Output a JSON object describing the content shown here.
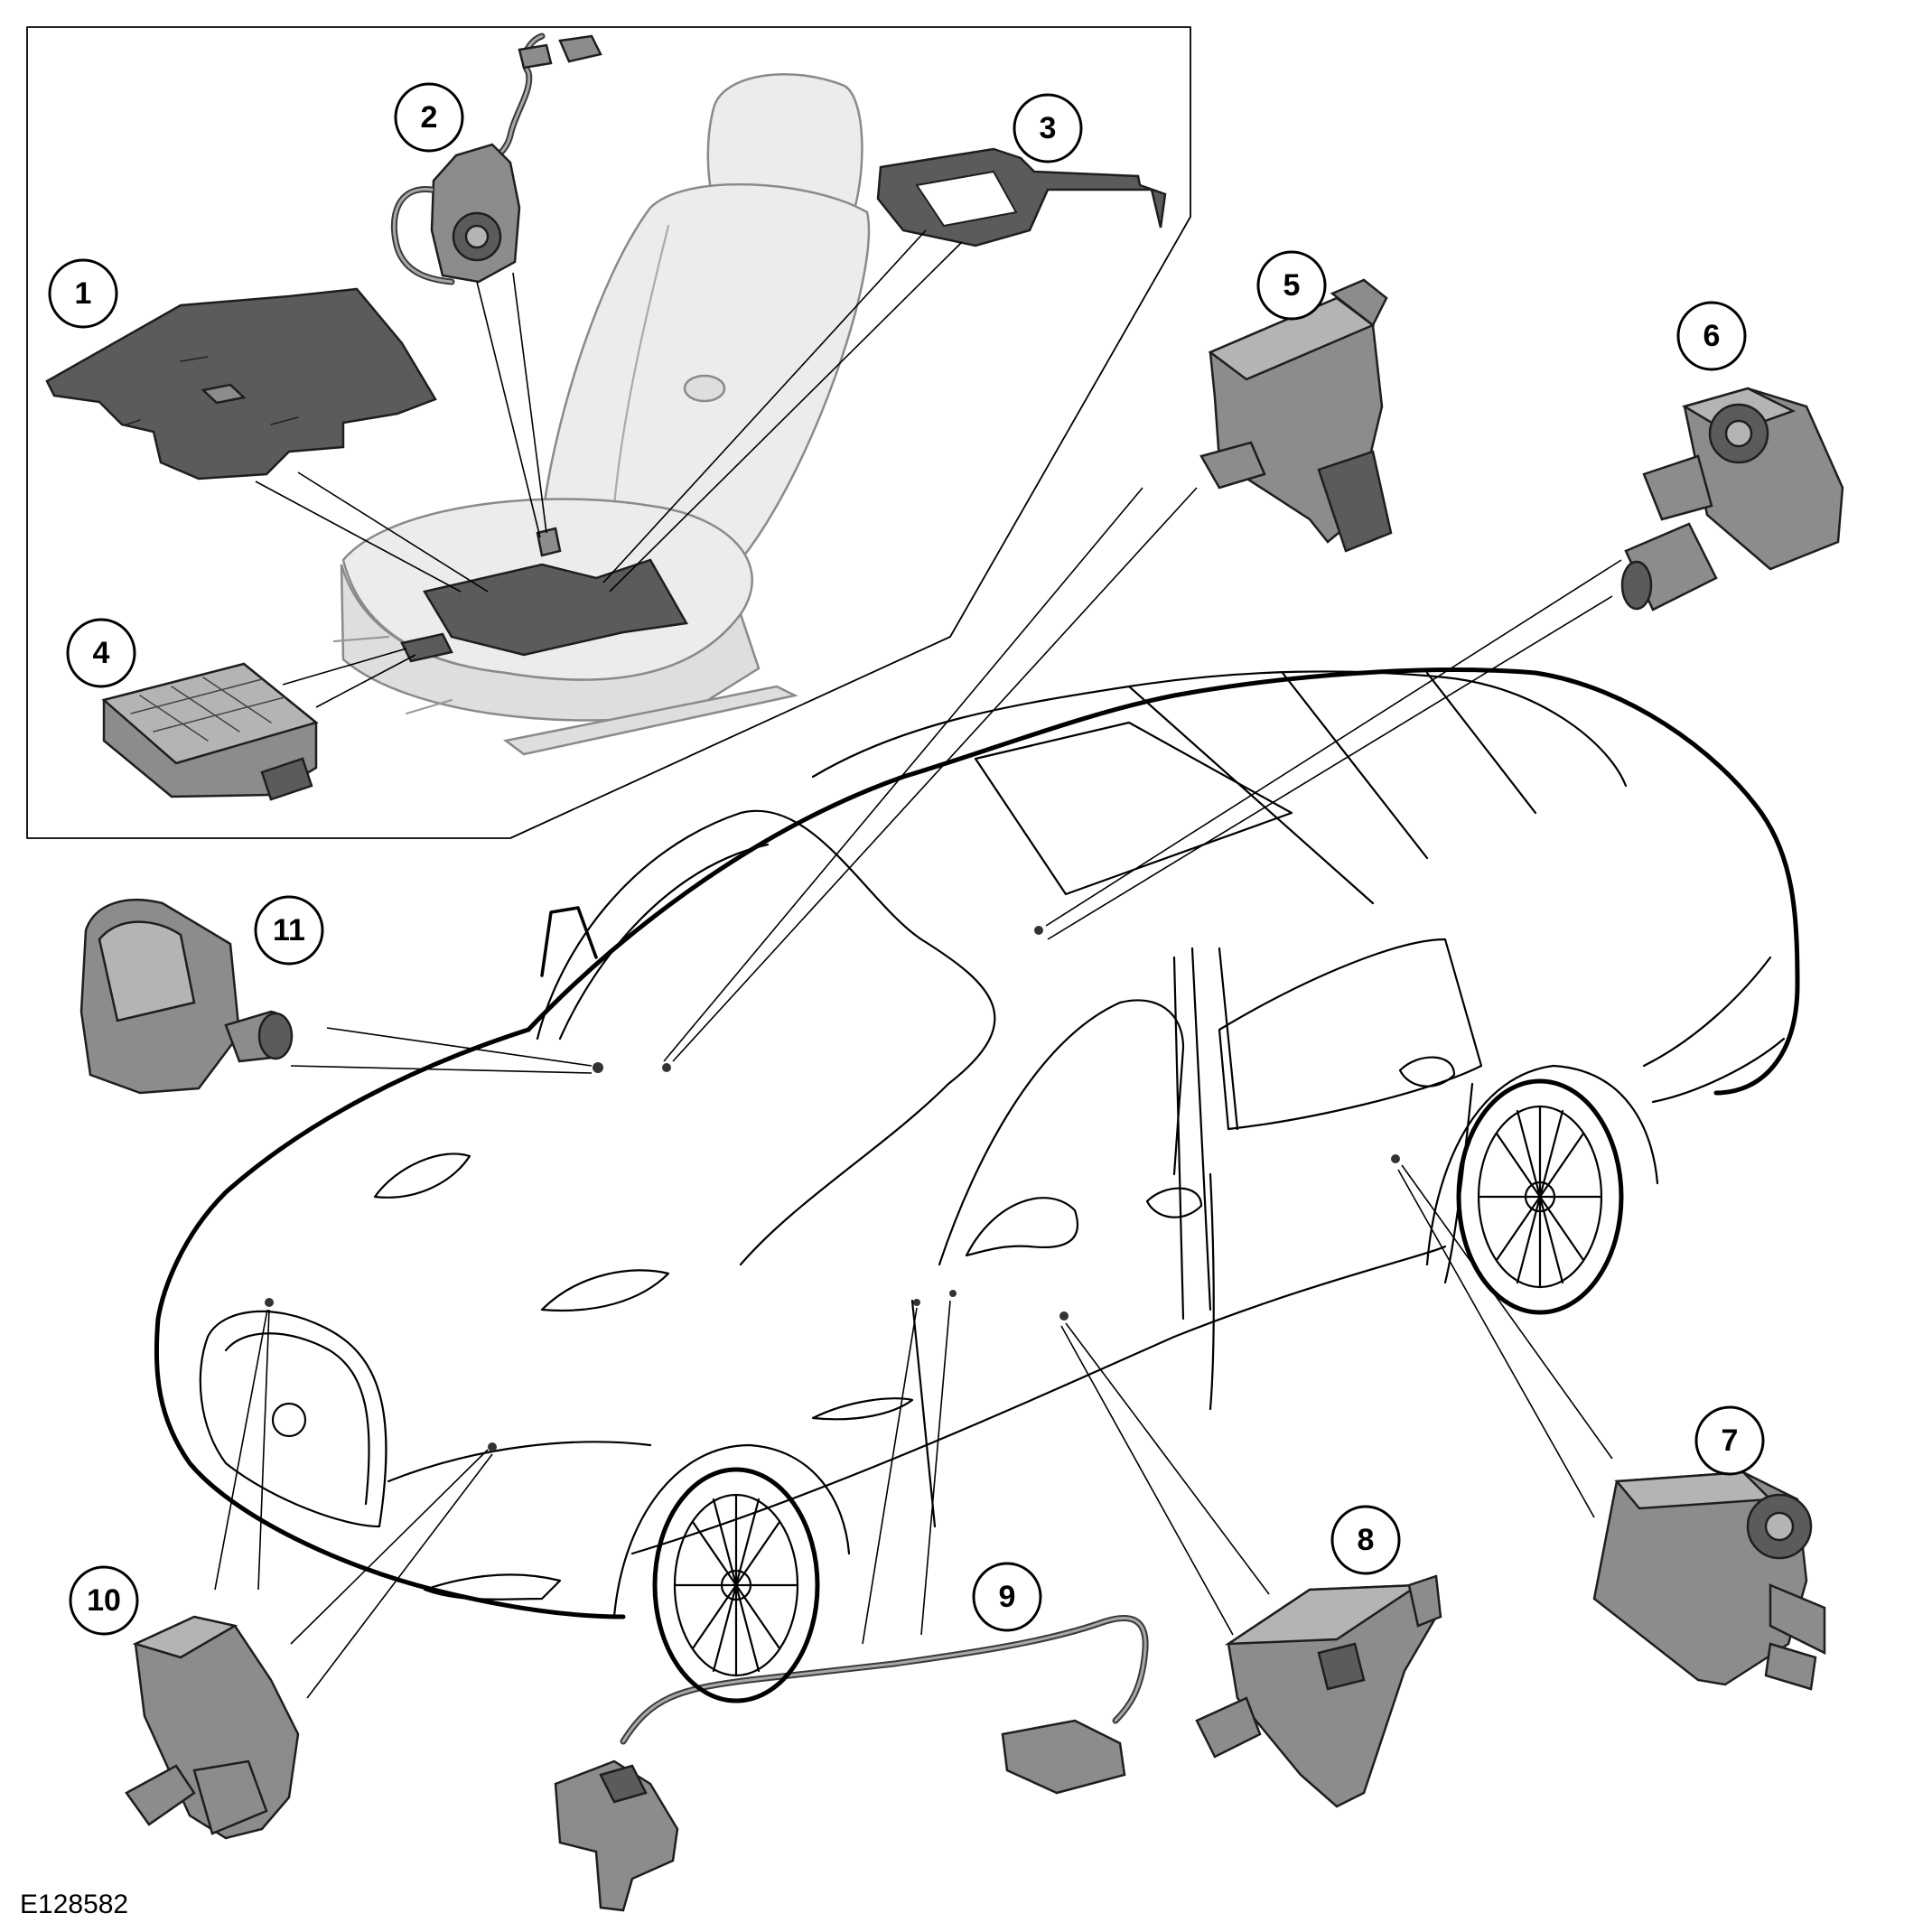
{
  "figure": {
    "reference_code": "E128582"
  },
  "callouts": [
    {
      "id": "1",
      "label": "1"
    },
    {
      "id": "2",
      "label": "2"
    },
    {
      "id": "3",
      "label": "3"
    },
    {
      "id": "4",
      "label": "4"
    },
    {
      "id": "5",
      "label": "5"
    },
    {
      "id": "6",
      "label": "6"
    },
    {
      "id": "7",
      "label": "7"
    },
    {
      "id": "8",
      "label": "8"
    },
    {
      "id": "9",
      "label": "9"
    },
    {
      "id": "10",
      "label": "10"
    },
    {
      "id": "11",
      "label": "11"
    }
  ],
  "colors": {
    "line": "#000000",
    "part_dark": "#5b5b5b",
    "part_mid": "#8c8c8c",
    "seat": "#ececec"
  }
}
